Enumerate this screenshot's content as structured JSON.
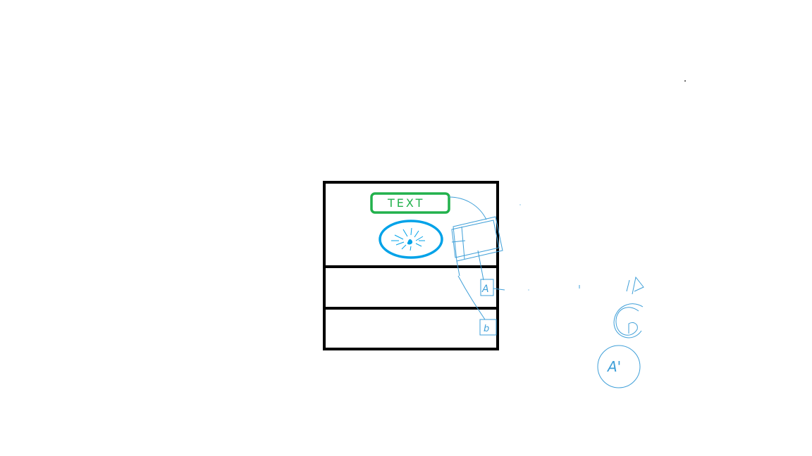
{
  "sketch": {
    "text_box_label": "TEXT",
    "note_a_label": "A",
    "note_b_label": "b",
    "note_a_prime_label": "A'"
  },
  "colors": {
    "frame": "#000000",
    "text_box": "#22b14c",
    "oval": "#00a2e8",
    "pencil": "#3f9fd8",
    "background": "#ffffff"
  }
}
